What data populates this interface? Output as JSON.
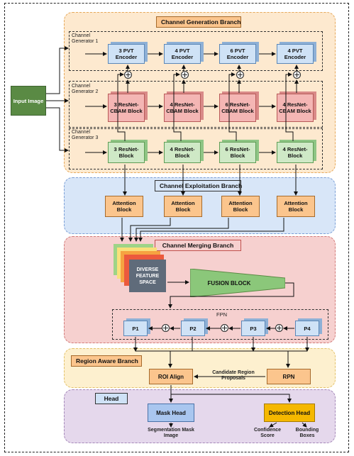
{
  "input_label": "Input Image",
  "branches": {
    "generation": "Channel Generation Branch",
    "exploitation": "Channel Exploitation Branch",
    "merging": "Channel Merging Branch",
    "region": "Region Aware Branch",
    "head": "Head"
  },
  "generators": [
    "Channel Generator 1",
    "Channel Generator 2",
    "Channel Generator 3"
  ],
  "pvt_blocks": [
    "3 PVT Encoder",
    "4 PVT Encoder",
    "6 PVT Encoder",
    "4 PVT Encoder"
  ],
  "cbam_blocks": [
    "3 ResNet-CBAM Block",
    "4 ResNet-CBAM Block",
    "6 ResNet-CBAM Block",
    "4 ResNet-CBAM Block"
  ],
  "res_blocks": [
    "3 ResNet-Block",
    "4 ResNet-Block",
    "6 ResNet-Block",
    "4 ResNet-Block"
  ],
  "attention_blocks": [
    "Attention Block",
    "Attention Block",
    "Attention Block",
    "Attention Block"
  ],
  "diverse_space": "DIVERSE FEATURE SPACE",
  "fusion": "FUSION BLOCK",
  "fpn": "FPN",
  "pyramid": [
    "P1",
    "P2",
    "P3",
    "P4"
  ],
  "roi_align": "ROI Align",
  "rpn": "RPN",
  "candidate": "Candidate Region Proposals",
  "mask_head": "Mask Head",
  "detection_head": "Detection Head",
  "outputs": {
    "segmentation": "Segmentation Mask Image",
    "confidence": "Confidence Score",
    "bounding": "Bounding Boxes"
  },
  "colors": {
    "generation_bg": "#fde9cf",
    "exploitation_bg": "#d8e6f8",
    "merging_bg": "#f6d0cf",
    "region_bg": "#fdf0cf",
    "head_bg": "#e5d8ec",
    "input_bg": "#5a8a44",
    "fusion": "#8bc77a",
    "diverse": "#5f6b7a",
    "detection": "#f5b800",
    "mask": "#a9c6ef"
  }
}
